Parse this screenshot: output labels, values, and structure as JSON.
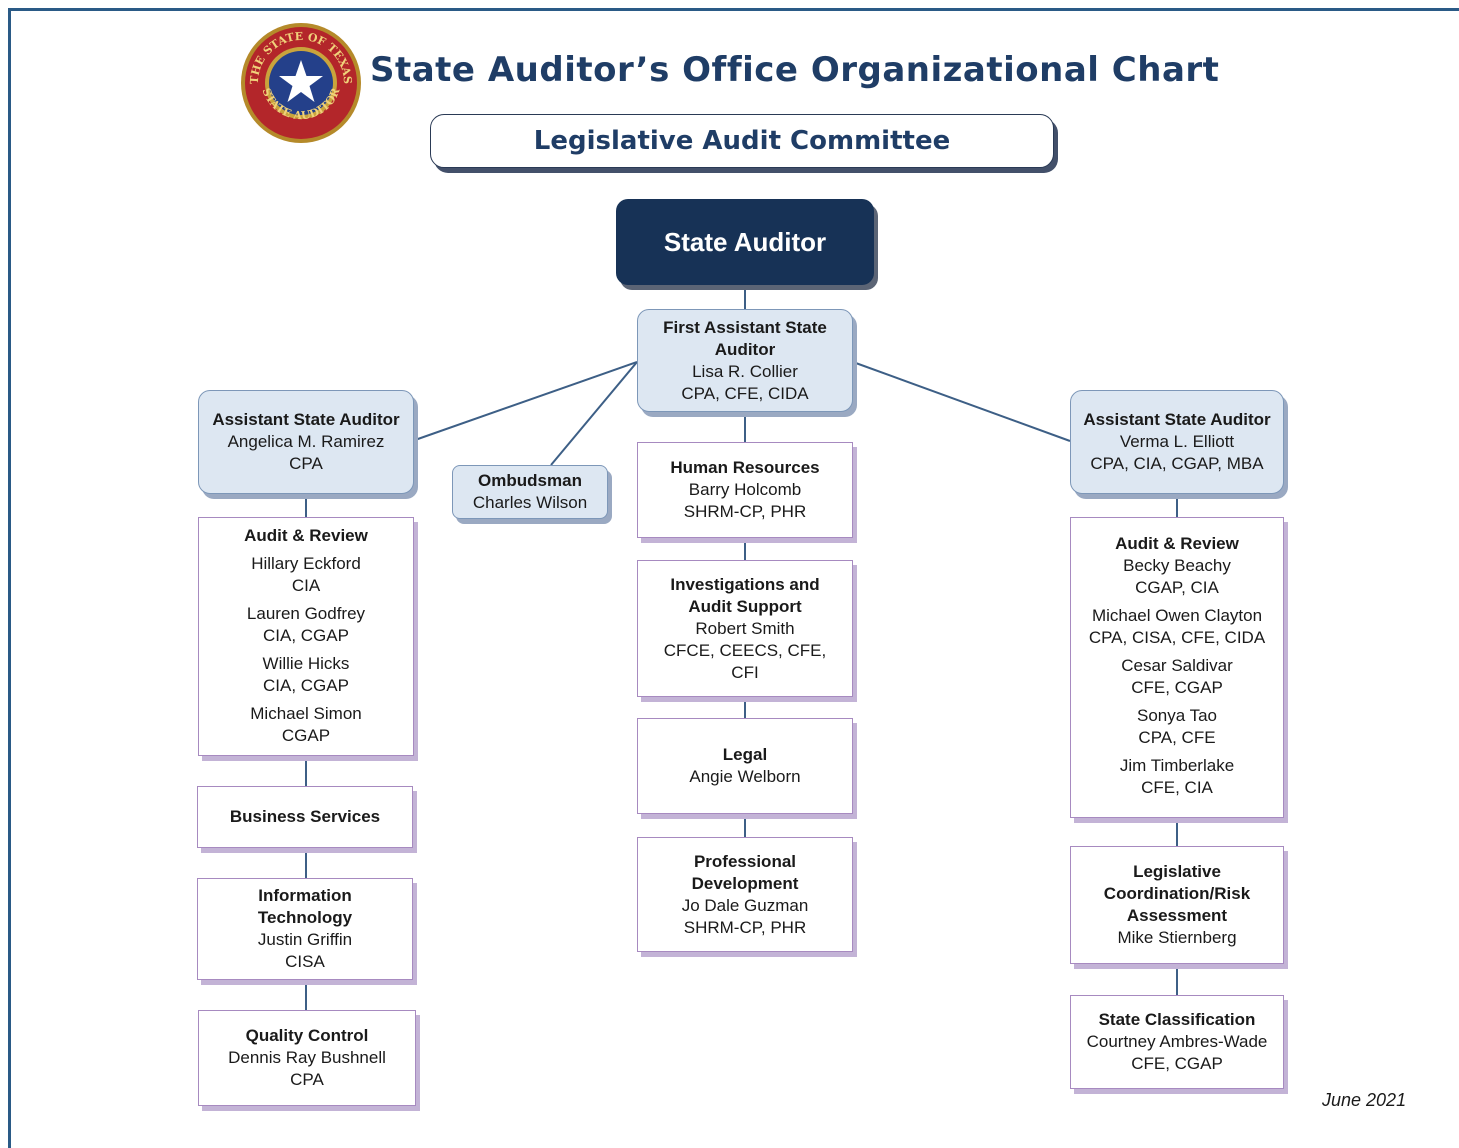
{
  "header": {
    "title": "State Auditor’s Office Organizational Chart",
    "committee": "Legislative Audit Committee",
    "seal_text_top": "THE STATE OF TEXAS",
    "seal_text_bottom": "STATE AUDITOR"
  },
  "top": {
    "state_auditor": "State Auditor"
  },
  "first_assistant": {
    "title": "First Assistant State Auditor",
    "name": "Lisa R. Collier",
    "creds": "CPA, CFE, CIDA"
  },
  "left": {
    "head": {
      "title": "Assistant State Auditor",
      "name": "Angelica M. Ramirez",
      "creds": "CPA"
    },
    "audit_review": {
      "title": "Audit & Review",
      "people": [
        {
          "name": "Hillary Eckford",
          "creds": "CIA"
        },
        {
          "name": "Lauren Godfrey",
          "creds": "CIA, CGAP"
        },
        {
          "name": "Willie Hicks",
          "creds": "CIA, CGAP"
        },
        {
          "name": "Michael Simon",
          "creds": "CGAP"
        }
      ]
    },
    "business_services": {
      "title": "Business Services"
    },
    "it": {
      "title": "Information Technology",
      "name": "Justin Griffin",
      "creds": "CISA"
    },
    "qc": {
      "title": "Quality Control",
      "name": "Dennis Ray Bushnell",
      "creds": "CPA"
    }
  },
  "ombudsman": {
    "title": "Ombudsman",
    "name": "Charles Wilson"
  },
  "center": {
    "hr": {
      "title": "Human Resources",
      "name": "Barry Holcomb",
      "creds": "SHRM-CP, PHR"
    },
    "investigations": {
      "title": "Investigations and Audit Support",
      "name": "Robert Smith",
      "creds": "CFCE, CEECS, CFE, CFI"
    },
    "legal": {
      "title": "Legal",
      "name": "Angie Welborn"
    },
    "prof_dev": {
      "title": "Professional Development",
      "name": "Jo Dale Guzman",
      "creds": "SHRM-CP, PHR"
    }
  },
  "right": {
    "head": {
      "title": "Assistant State Auditor",
      "name": "Verma L. Elliott",
      "creds": "CPA, CIA, CGAP, MBA"
    },
    "audit_review": {
      "title": "Audit & Review",
      "people": [
        {
          "name": "Becky Beachy",
          "creds": "CGAP, CIA"
        },
        {
          "name": "Michael Owen Clayton",
          "creds": "CPA, CISA, CFE, CIDA"
        },
        {
          "name": "Cesar Saldivar",
          "creds": "CFE, CGAP"
        },
        {
          "name": "Sonya Tao",
          "creds": "CPA, CFE"
        },
        {
          "name": "Jim Timberlake",
          "creds": "CFE, CIA"
        }
      ]
    },
    "leg_coord": {
      "title": "Legislative Coordination/Risk Assessment",
      "name": "Mike Stiernberg"
    },
    "classification": {
      "title": "State Classification",
      "name": "Courtney Ambres-Wade",
      "creds": "CFE, CGAP"
    }
  },
  "footer": {
    "date": "June 2021"
  },
  "colors": {
    "navy": "#173256",
    "title_blue": "#1f3d66",
    "light_blue": "#dde7f2",
    "border_purple": "#a78ac0"
  }
}
